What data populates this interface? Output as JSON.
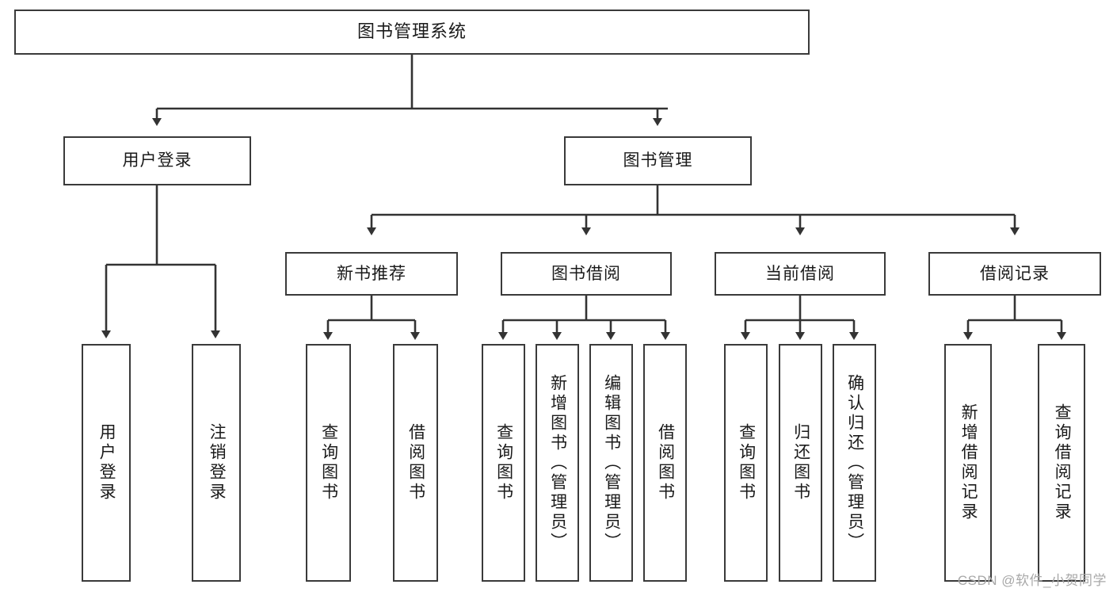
{
  "diagram": {
    "title": "图书管理系统",
    "type": "tree",
    "watermark": "CSDN @软件_小贺同学",
    "colors": {
      "box_border": "#3a3a3a",
      "box_fill": "#ffffff",
      "edge": "#333333",
      "text": "#1a1a1a",
      "watermark": "#a8a8a8",
      "background": "#ffffff"
    },
    "nodes": {
      "root": {
        "label": "图书管理系统"
      },
      "level2": [
        {
          "id": "user-login",
          "label": "用户登录"
        },
        {
          "id": "book-manage",
          "label": "图书管理"
        }
      ],
      "level3": [
        {
          "id": "new-book-recommend",
          "label": "新书推荐"
        },
        {
          "id": "book-borrow",
          "label": "图书借阅"
        },
        {
          "id": "current-borrow",
          "label": "当前借阅"
        },
        {
          "id": "borrow-record",
          "label": "借阅记录"
        }
      ],
      "leaves": {
        "user-login": [
          {
            "id": "leaf-user-login",
            "label": "用户登录"
          },
          {
            "id": "leaf-logout-login",
            "label": "注销登录"
          }
        ],
        "new-book-recommend": [
          {
            "id": "leaf-query-book-1",
            "label": "查询图书"
          },
          {
            "id": "leaf-borrow-book-1",
            "label": "借阅图书"
          }
        ],
        "book-borrow": [
          {
            "id": "leaf-query-book-2",
            "label": "查询图书"
          },
          {
            "id": "leaf-add-book",
            "label": "新增图书（管理员）"
          },
          {
            "id": "leaf-edit-book",
            "label": "编辑图书（管理员）"
          },
          {
            "id": "leaf-borrow-book-2",
            "label": "借阅图书"
          }
        ],
        "current-borrow": [
          {
            "id": "leaf-query-book-3",
            "label": "查询图书"
          },
          {
            "id": "leaf-return-book",
            "label": "归还图书"
          },
          {
            "id": "leaf-confirm-return",
            "label": "确认归还（管理员）"
          }
        ],
        "borrow-record": [
          {
            "id": "leaf-add-record",
            "label": "新增借阅记录"
          },
          {
            "id": "leaf-query-record",
            "label": "查询借阅记录"
          }
        ]
      }
    }
  }
}
